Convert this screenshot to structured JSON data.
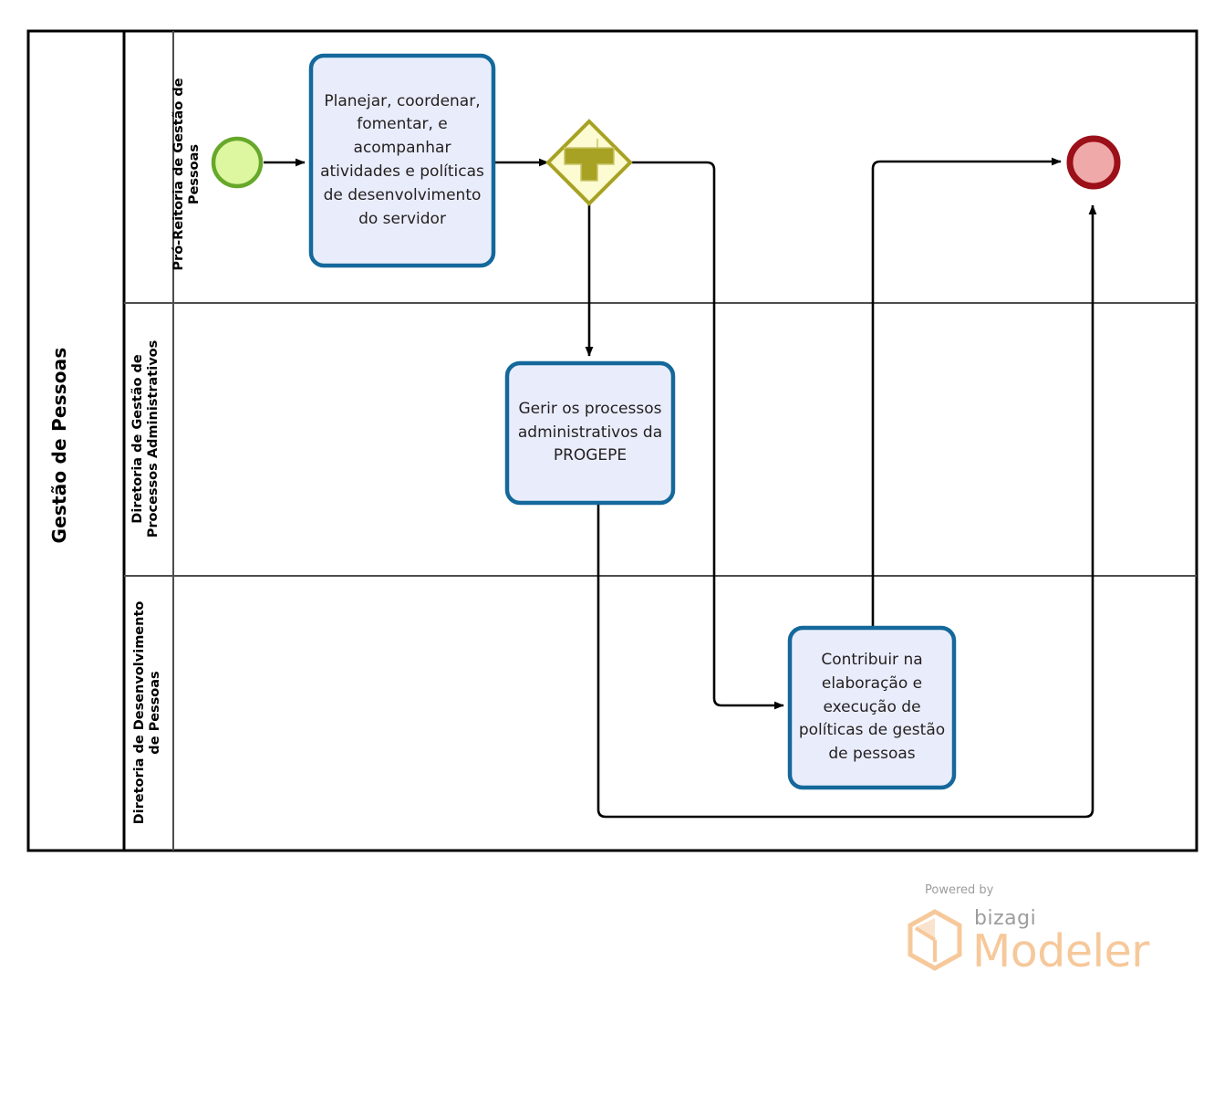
{
  "pool": {
    "title": "Gestão de Pessoas",
    "lanes": [
      {
        "id": "lane-pro-reitoria",
        "title": "Pró-Reitoria de Gestão de Pessoas"
      },
      {
        "id": "lane-processos-administrativos",
        "title": "Diretoria de Gestão de Processos Administrativos"
      },
      {
        "id": "lane-desenvolvimento-pessoas",
        "title": "Diretoria de Desenvolvimento de Pessoas"
      }
    ]
  },
  "nodes": {
    "start_event": {
      "name": "start-event",
      "type": "start-event",
      "label": ""
    },
    "task1": {
      "name": "task-planejar-coordenar",
      "type": "task",
      "label": "Planejar, coordenar, fomentar, e acompanhar atividades e políticas de desenvolvimento do servidor"
    },
    "gateway": {
      "name": "parallel-gateway",
      "type": "parallel-gateway",
      "label": "",
      "symbol": "+"
    },
    "task2": {
      "name": "task-gerir-processos",
      "type": "task",
      "label": "Gerir os processos administrativos da PROGEPE"
    },
    "task3": {
      "name": "task-contribuir-politicas",
      "type": "task",
      "label": "Contribuir na elaboração e execução de políticas de gestão de pessoas"
    },
    "end_event": {
      "name": "end-event",
      "type": "end-event",
      "label": ""
    }
  },
  "flows": [
    {
      "name": "flow-start-to-task1",
      "from": "start_event",
      "to": "task1"
    },
    {
      "name": "flow-task1-to-gateway",
      "from": "task1",
      "to": "gateway"
    },
    {
      "name": "flow-gateway-to-task2",
      "from": "gateway",
      "to": "task2"
    },
    {
      "name": "flow-gateway-to-task3",
      "from": "gateway",
      "to": "task3"
    },
    {
      "name": "flow-task3-to-end",
      "from": "task3",
      "to": "end_event"
    },
    {
      "name": "flow-task2-to-end",
      "from": "task2",
      "to": "end_event"
    }
  ],
  "colors": {
    "pool_border": "#000000",
    "lane_border": "#4d4d4d",
    "task_border": "#14689b",
    "task_fill": "#e9edfb",
    "start_border": "#66a82a",
    "start_fill": "#ddf7a0",
    "end_border": "#9c1019",
    "end_fill": "#f0a9a9",
    "gateway_border": "#a8a224",
    "gateway_fill": "#fcfbd2",
    "gateway_symbol": "#a8a224",
    "connector": "#000000"
  },
  "watermark": {
    "powered_by": "Powered by",
    "brand": "bizagi",
    "product": "Modeler",
    "logo_icon": "hexagon-icon"
  }
}
